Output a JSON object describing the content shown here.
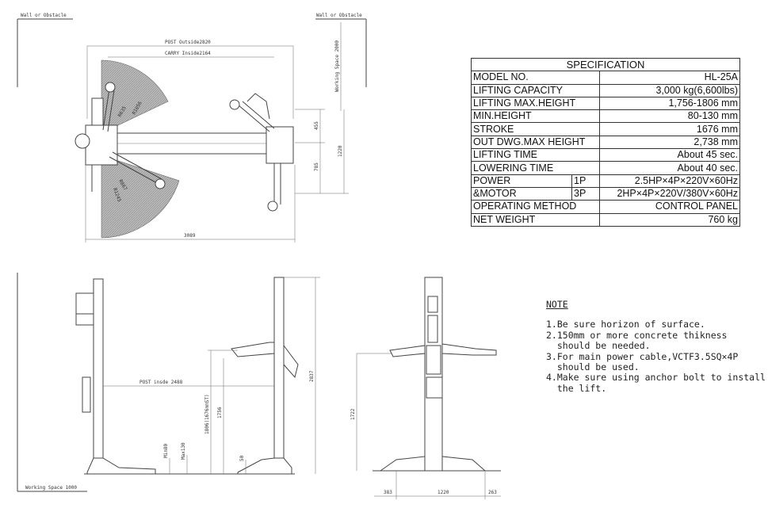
{
  "top_view": {
    "wall_left": "Wall or Obstacle",
    "wall_right": "Wall or Obstacle",
    "post_outside": "POST Outside2820",
    "carry_inside": "CARRY Inside2164",
    "working_space": "Working Space 2000",
    "overall_length": "3089",
    "dim_455": "455",
    "dim_785": "785",
    "dim_1220": "1220",
    "r635": "R635",
    "r1056": "R1056",
    "r867": "R867",
    "r1245": "R1245"
  },
  "front_view": {
    "post_inside": "POST insde 2488",
    "height_2837": "2837",
    "dim_1756": "1756",
    "dim_1806": "1806(1676mmST)",
    "min80": "Min80",
    "max130": "Max130",
    "dim_50": "50",
    "working_space": "Working Space 1000"
  },
  "side_view": {
    "height_1722": "1722",
    "dim_383": "383",
    "dim_1220": "1220",
    "dim_263": "263"
  },
  "spec": {
    "title": "SPECIFICATION",
    "rows": [
      {
        "label": "MODEL NO.",
        "value": "HL-25A"
      },
      {
        "label": "LIFTING CAPACITY",
        "value": "3,000 kg(6,600lbs)"
      },
      {
        "label": "LIFTING MAX.HEIGHT",
        "value": "1,756-1806 mm"
      },
      {
        "label": "MIN.HEIGHT",
        "value": "80-130 mm"
      },
      {
        "label": "STROKE",
        "value": "1676 mm"
      },
      {
        "label": "OUT DWG.MAX HEIGHT",
        "value": "2,738 mm"
      },
      {
        "label": "LIFTING TIME",
        "value": "About 45 sec."
      },
      {
        "label": "LOWERING TIME",
        "value": "About 40 sec."
      }
    ],
    "power_label": "POWER",
    "motor_label": "&MOTOR",
    "phase1": "1P",
    "phase1_value": "2.5HP×4P×220V×60Hz",
    "phase3": "3P",
    "phase3_value": "2HP×4P×220V/380V×60Hz",
    "rows_after": [
      {
        "label": "OPERATING METHOD",
        "value": "CONTROL PANEL"
      },
      {
        "label": "NET WEIGHT",
        "value": "760 kg"
      }
    ]
  },
  "notes": {
    "title": "NOTE",
    "items": [
      "1.Be sure horizon of surface.",
      "2.150mm or more concrete thikness\n  should be needed.",
      "3.For main power cable,VCTF3.5SQ×4P\n  should be used.",
      "4.Make sure using anchor bolt to install\n  the lift."
    ]
  }
}
